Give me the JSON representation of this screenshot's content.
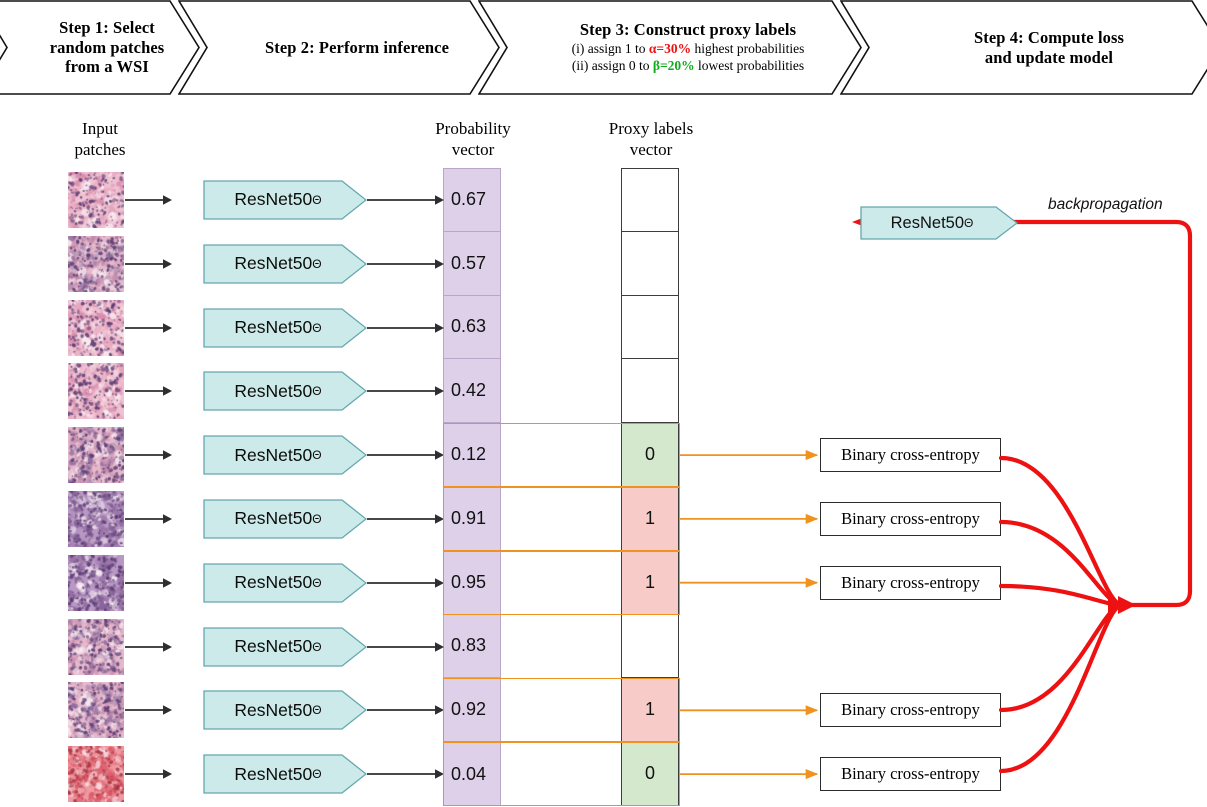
{
  "header": {
    "steps": [
      {
        "title_lines": [
          "Step 1: Select",
          "random patches",
          "from a WSI"
        ],
        "sub": []
      },
      {
        "title_lines": [
          "Step 2: Perform inference"
        ],
        "sub": []
      },
      {
        "title_lines": [
          "Step 3: Construct proxy labels"
        ],
        "sub": [
          {
            "pre": "(i) assign 1 to ",
            "sym": "α=30%",
            "sym_color": "#ee1111",
            "post": " highest probabilities"
          },
          {
            "pre": "(ii) assign 0 to ",
            "sym": "β=20%",
            "sym_color": "#0fac1b",
            "post": " lowest probabilities"
          }
        ]
      },
      {
        "title_lines": [
          "Step 4: Compute loss",
          "and update model"
        ],
        "sub": []
      }
    ]
  },
  "columns": {
    "input_patches": "Input\npatches",
    "input_patches_l1": "Input",
    "input_patches_l2": "patches",
    "probability_l1": "Probability",
    "probability_l2": "vector",
    "proxy_l1": "Proxy labels",
    "proxy_l2": "vector"
  },
  "model_label": "ResNet50",
  "model_subscript": "Θ",
  "backprop_label": "backpropagation",
  "loss_label": "Binary cross-entropy",
  "rows": [
    {
      "index": 1,
      "probability": "0.67",
      "proxy": "",
      "selected": false,
      "loss": false
    },
    {
      "index": 2,
      "probability": "0.57",
      "proxy": "",
      "selected": false,
      "loss": false
    },
    {
      "index": 3,
      "probability": "0.63",
      "proxy": "",
      "selected": false,
      "loss": false
    },
    {
      "index": 4,
      "probability": "0.42",
      "proxy": "",
      "selected": false,
      "loss": false
    },
    {
      "index": 5,
      "probability": "0.12",
      "proxy": "0",
      "selected": true,
      "loss": true
    },
    {
      "index": 6,
      "probability": "0.91",
      "proxy": "1",
      "selected": true,
      "loss": true
    },
    {
      "index": 7,
      "probability": "0.95",
      "proxy": "1",
      "selected": true,
      "loss": true
    },
    {
      "index": 8,
      "probability": "0.83",
      "proxy": "",
      "selected": false,
      "loss": false
    },
    {
      "index": 9,
      "probability": "0.92",
      "proxy": "1",
      "selected": true,
      "loss": true
    },
    {
      "index": 10,
      "probability": "0.04",
      "proxy": "0",
      "selected": true,
      "loss": true
    }
  ],
  "colors": {
    "probability_fill": "#ddd0e8",
    "label_one_fill": "#f7cbc8",
    "label_zero_fill": "#d4e8cd",
    "selection_orange": "#f0921e",
    "backprop_red": "#ee1111",
    "model_fill": "#cdeaea",
    "alpha_red": "#ee1111",
    "beta_green": "#0fac1b"
  }
}
